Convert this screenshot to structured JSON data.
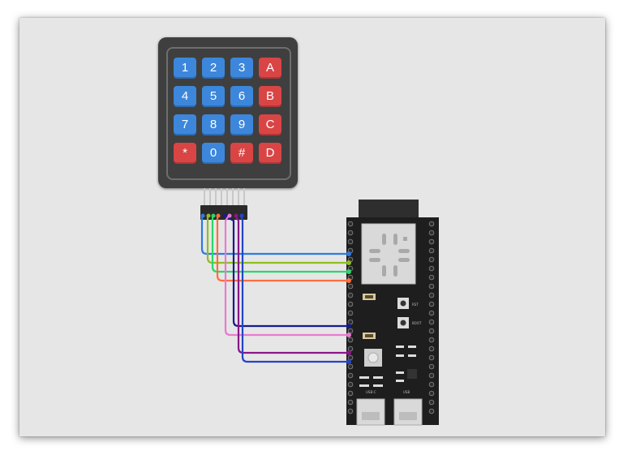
{
  "keypad": {
    "keys": [
      {
        "label": "1",
        "kind": "digit"
      },
      {
        "label": "2",
        "kind": "digit"
      },
      {
        "label": "3",
        "kind": "digit"
      },
      {
        "label": "A",
        "kind": "letter"
      },
      {
        "label": "4",
        "kind": "digit"
      },
      {
        "label": "5",
        "kind": "digit"
      },
      {
        "label": "6",
        "kind": "digit"
      },
      {
        "label": "B",
        "kind": "letter"
      },
      {
        "label": "7",
        "kind": "digit"
      },
      {
        "label": "8",
        "kind": "digit"
      },
      {
        "label": "9",
        "kind": "digit"
      },
      {
        "label": "C",
        "kind": "letter"
      },
      {
        "label": "*",
        "kind": "letter"
      },
      {
        "label": "0",
        "kind": "digit"
      },
      {
        "label": "#",
        "kind": "letter"
      },
      {
        "label": "D",
        "kind": "letter"
      }
    ]
  },
  "colors": {
    "canvas": "#e6e6e6",
    "digit_key": "#3c87db",
    "letter_key": "#d94545",
    "board": "#1e1e1e"
  },
  "wires": [
    {
      "name": "row1",
      "color": "#2e7be0"
    },
    {
      "name": "row2",
      "color": "#8fbf1e"
    },
    {
      "name": "row3",
      "color": "#2ad66b"
    },
    {
      "name": "row4",
      "color": "#ff6f3c"
    },
    {
      "name": "col1",
      "color": "#1a1a8c"
    },
    {
      "name": "col2",
      "color": "#e87ad0"
    },
    {
      "name": "col3",
      "color": "#8a168a"
    },
    {
      "name": "col4",
      "color": "#2444c8"
    }
  ],
  "board": {
    "rst_label": "RST",
    "boot_label": "BOOT",
    "usb1_label": "USB-C",
    "usb2_label": "USB"
  }
}
